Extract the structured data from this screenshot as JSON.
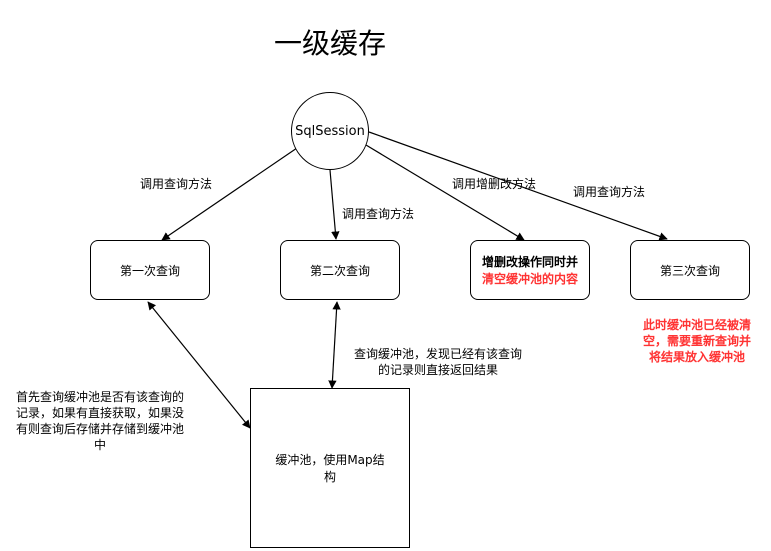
{
  "title": "一级缓存",
  "nodes": {
    "session": "SqlSession",
    "q1": "第一次查询",
    "q2": "第二次查询",
    "update_line1": "增删改操作同时并",
    "update_line2": "清空缓冲池的内容",
    "q3": "第三次查询",
    "cache_line1": "缓冲池，使用Map结",
    "cache_line2": "构"
  },
  "edge_labels": {
    "e1": "调用查询方法",
    "e2": "调用查询方法",
    "e3": "调用增删改方法",
    "e4": "调用查询方法"
  },
  "notes": {
    "left": [
      "首先查询缓冲池是否有该查询的",
      "记录，如果有直接获取，如果没",
      "有则查询后存储并存储到缓冲池",
      "中"
    ],
    "middle": [
      "查询缓冲池，发现已经有该查询",
      "的记录则直接返回结果"
    ],
    "right": [
      "此时缓冲池已经被清",
      "空，需要重新查询并",
      "将结果放入缓冲池"
    ]
  },
  "colors": {
    "highlight": "#ff3333",
    "stroke": "#000000"
  }
}
